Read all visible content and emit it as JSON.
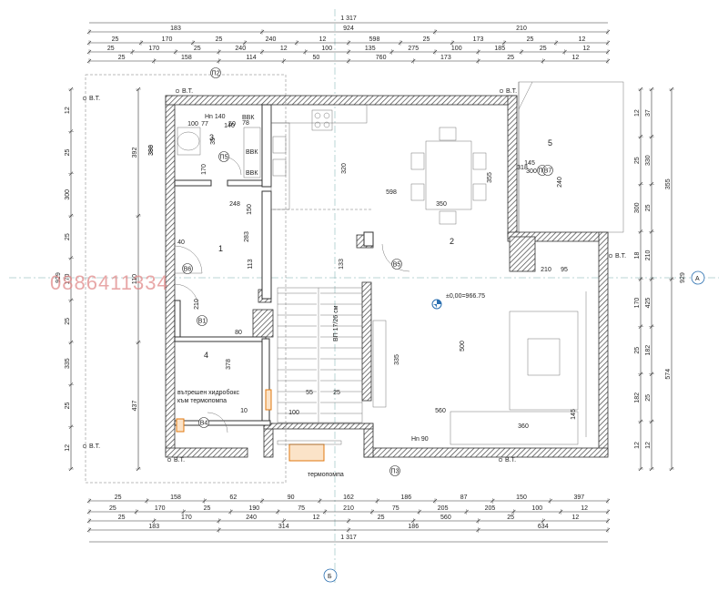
{
  "watermark": "0886411334",
  "dimensions": {
    "top": {
      "total": "1 317",
      "row1": [
        "183",
        "924",
        "210"
      ],
      "row2": [
        "25",
        "170",
        "25",
        "240",
        "12",
        "598",
        "25",
        "173",
        "25",
        "12"
      ],
      "row3": [
        "25",
        "170",
        "25",
        "240",
        "12",
        "100",
        "135",
        "275",
        "100",
        "185",
        "25",
        "12"
      ],
      "row4": [
        "25",
        "158",
        "114",
        "50",
        "760",
        "173",
        "25",
        "12"
      ]
    },
    "bottom": {
      "row1": [
        "25",
        "158",
        "62",
        "90",
        "162",
        "186",
        "87",
        "150",
        "397"
      ],
      "row2": [
        "25",
        "170",
        "25",
        "190",
        "75",
        "210",
        "75",
        "205",
        "205",
        "100",
        "12"
      ],
      "row3": [
        "25",
        "170",
        "240",
        "12",
        "25",
        "560",
        "25",
        "12"
      ],
      "row4": [
        "183",
        "314",
        "186",
        "634"
      ],
      "total": "1 317"
    },
    "left": {
      "outer": [
        "12",
        "25",
        "300",
        "25",
        "170",
        "25",
        "335",
        "25",
        "12"
      ],
      "mid": [
        "392",
        "110",
        "437"
      ],
      "total": "929"
    },
    "right": {
      "outer": [
        "12",
        "25",
        "300",
        "18",
        "170",
        "25",
        "182",
        "12"
      ],
      "mid": [
        "37",
        "330",
        "25",
        "210",
        "425",
        "182",
        "25",
        "12"
      ],
      "col3": [
        "355",
        "574"
      ],
      "total": "929"
    },
    "inner": [
      "398",
      "320",
      "355",
      "283",
      "133",
      "113",
      "378",
      "335",
      "500",
      "598",
      "248",
      "350",
      "150",
      "140",
      "560",
      "360",
      "145",
      "95",
      "100",
      "77",
      "50",
      "78",
      "35",
      "170",
      "210",
      "80",
      "40",
      "25",
      "55",
      "100",
      "10",
      "210",
      "240",
      "145",
      "318",
      "300",
      "380"
    ]
  },
  "rooms": [
    "1",
    "2",
    "3",
    "4",
    "5"
  ],
  "labels": {
    "vt": "В.Т.",
    "vbk": "ВВК",
    "window_ids": [
      "П1",
      "П2",
      "П3",
      "П5",
      "В1",
      "В4",
      "В5",
      "В6",
      "В7"
    ],
    "hn140": "Hn 140",
    "hn90": "Hn 90",
    "level": "±0,00=966.75",
    "stairs": "ВП 17/26 см",
    "hydrobox_line1": "вътрешен хидробокс",
    "hydrobox_line2": "към термопомпа",
    "heatpump": "термопомпа",
    "axis_a": "А",
    "axis_b": "Б"
  }
}
